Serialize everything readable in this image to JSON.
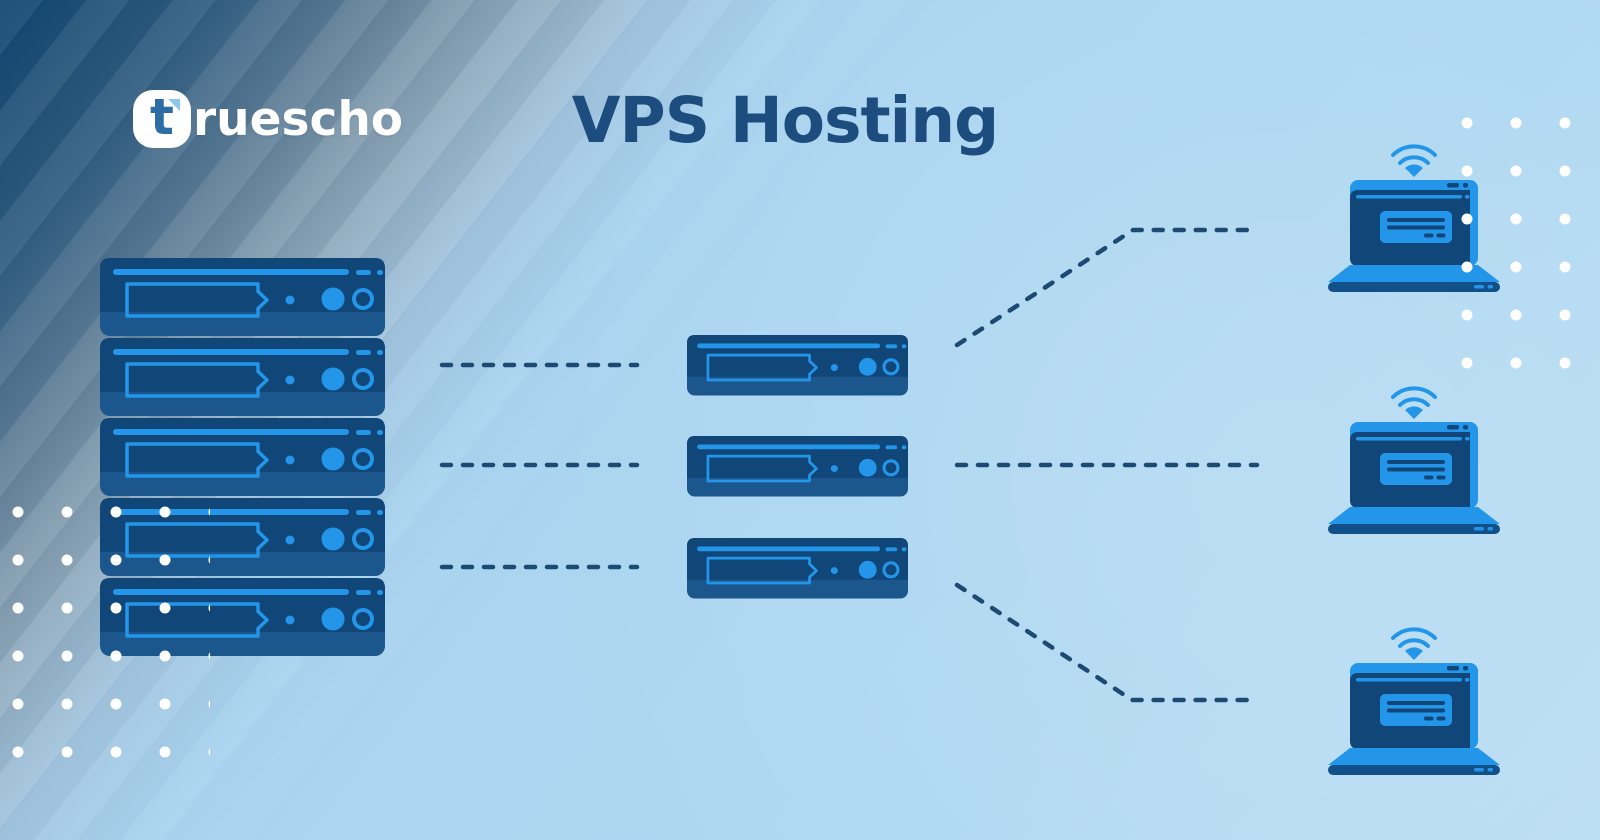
{
  "title": "VPS Hosting",
  "logo": {
    "mark": "t",
    "text": "ruescho",
    "full_name": "truescho"
  },
  "diagram": {
    "type": "network-topology-illustration",
    "left_rack": {
      "name": "server-rack",
      "server_count": 5
    },
    "middle_layer": {
      "name": "vps-servers",
      "server_count": 3
    },
    "right_layer": {
      "name": "client-laptops",
      "laptop_count": 3,
      "each_has": "wifi-icon"
    },
    "connections": [
      {
        "from": "server-rack",
        "to": "vps-server-1",
        "style": "dashed"
      },
      {
        "from": "server-rack",
        "to": "vps-server-2",
        "style": "dashed"
      },
      {
        "from": "server-rack",
        "to": "vps-server-3",
        "style": "dashed"
      },
      {
        "from": "vps-server-1",
        "to": "client-laptop-1",
        "style": "dashed-elbow-up"
      },
      {
        "from": "vps-server-2",
        "to": "client-laptop-2",
        "style": "dashed"
      },
      {
        "from": "vps-server-3",
        "to": "client-laptop-3",
        "style": "dashed-elbow-down"
      }
    ]
  },
  "colors": {
    "background_light": "#abd5f0",
    "background_corner_dark": "#10456f",
    "server_body": "#114679",
    "server_panel": "#1b568c",
    "accent_blue": "#2396ea",
    "title_text": "#1d4d7f",
    "connector_dash": "#1c4a72",
    "dot_grid": "#ffffff",
    "laptop_lip": "#12508a",
    "logo_text": "#ffffff",
    "logo_letter": "#2d6da6",
    "logo_fold": "#8ec7ec"
  }
}
